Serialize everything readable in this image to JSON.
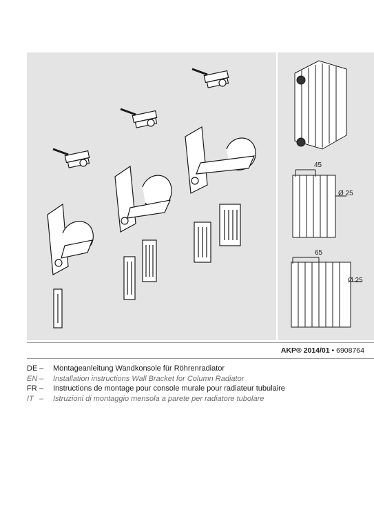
{
  "figure": {
    "dim_spacing_4col": "45",
    "dim_diameter_4col": "Ø 25",
    "dim_spacing_6col": "65",
    "dim_diameter_6col": "Ø 25"
  },
  "doc_code": {
    "prefix": "AKP® 2014/01",
    "separator": " • ",
    "number": "6908764"
  },
  "languages": [
    {
      "code": "DE",
      "dash": "–",
      "text": "Montageanleitung Wandkonsole für Röhrenradiator"
    },
    {
      "code": "EN",
      "dash": "–",
      "text": "Installation instructions Wall Bracket for Column Radiator"
    },
    {
      "code": "FR",
      "dash": "–",
      "text": "Instructions de montage pour console murale pour radiateur tubulaire"
    },
    {
      "code": "IT",
      "dash": "–",
      "text": "Istruzioni di montaggio mensola a parete per radiatore tubolare"
    }
  ]
}
